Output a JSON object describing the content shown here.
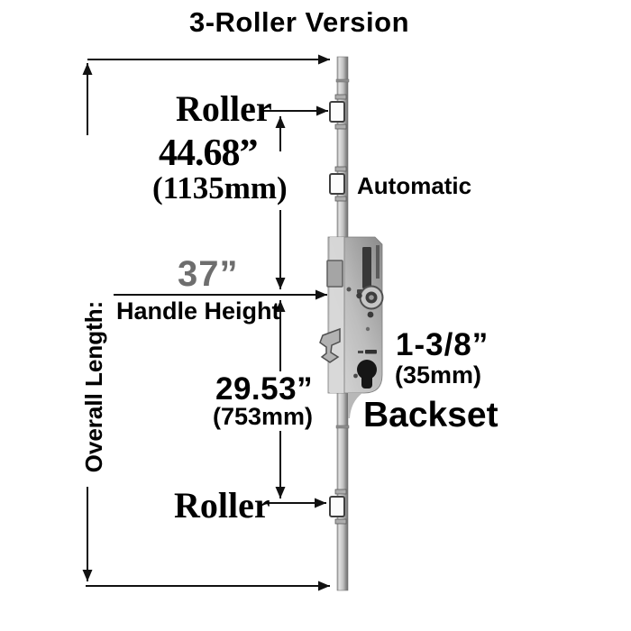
{
  "title": "3-Roller Version",
  "rod": {
    "top_roller_label": "Roller",
    "bottom_roller_label": "Roller",
    "automatic_label": "Automatic"
  },
  "dimensions": {
    "overall_length_label": "Overall Length:",
    "top_section": {
      "inches": "44.68”",
      "mm": "(1135mm)"
    },
    "handle_height": {
      "inches": "37”",
      "label": "Handle Height"
    },
    "bottom_section": {
      "inches": "29.53”",
      "mm": "(753mm)"
    },
    "backset": {
      "inches": "1-3/8”",
      "mm": "(35mm)",
      "label": "Backset"
    }
  },
  "colors": {
    "background": "#ffffff",
    "text": "#000000",
    "handle_height_gray": "#6e6e6e",
    "rod_light": "#e2e2e2",
    "rod_dark": "#6b6b6b",
    "case_light": "#d8d8d8",
    "case_dark": "#8a8a8a",
    "keyhole": "#161616"
  }
}
